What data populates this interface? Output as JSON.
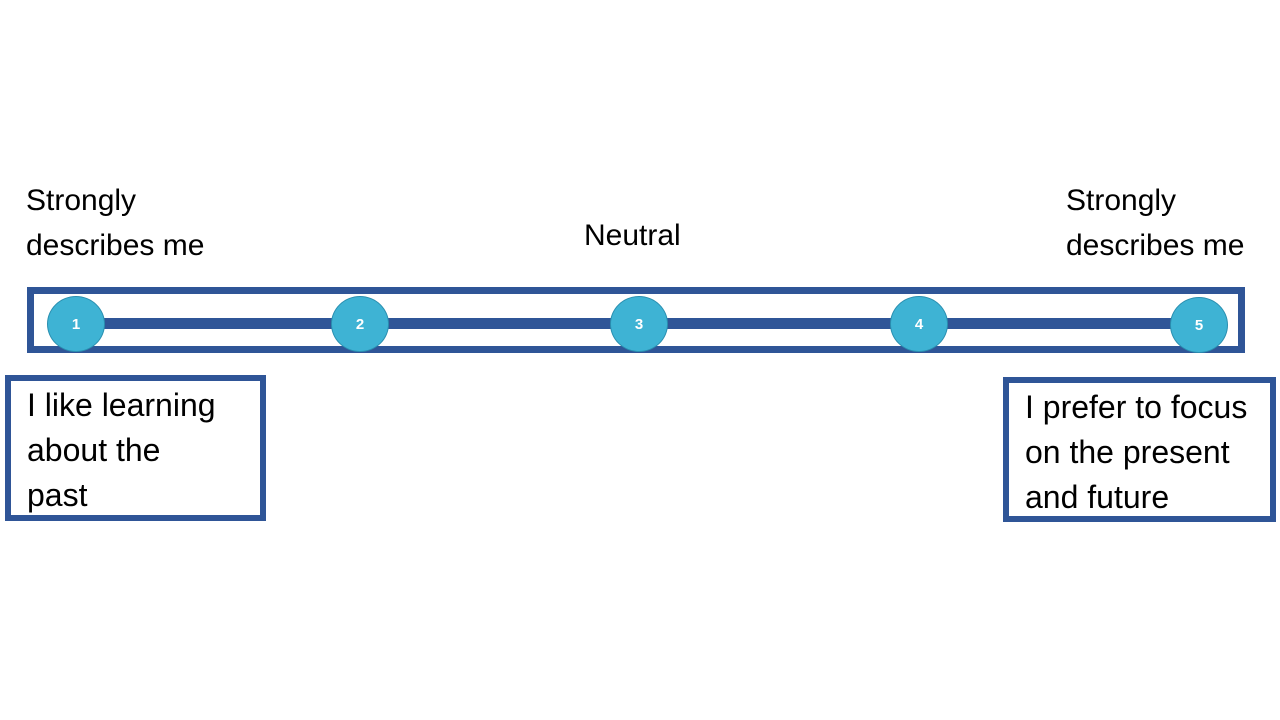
{
  "anchors": {
    "left": "Strongly\ndescribes me",
    "middle": "Neutral",
    "right": "Strongly\ndescribes me"
  },
  "scale": {
    "points": [
      "1",
      "2",
      "3",
      "4",
      "5"
    ]
  },
  "statements": {
    "left": "I like learning\nabout the\npast",
    "right": "I prefer to focus\non the present\nand future"
  },
  "colors": {
    "frame": "#2f5597",
    "point_fill": "#3eb3d4"
  }
}
